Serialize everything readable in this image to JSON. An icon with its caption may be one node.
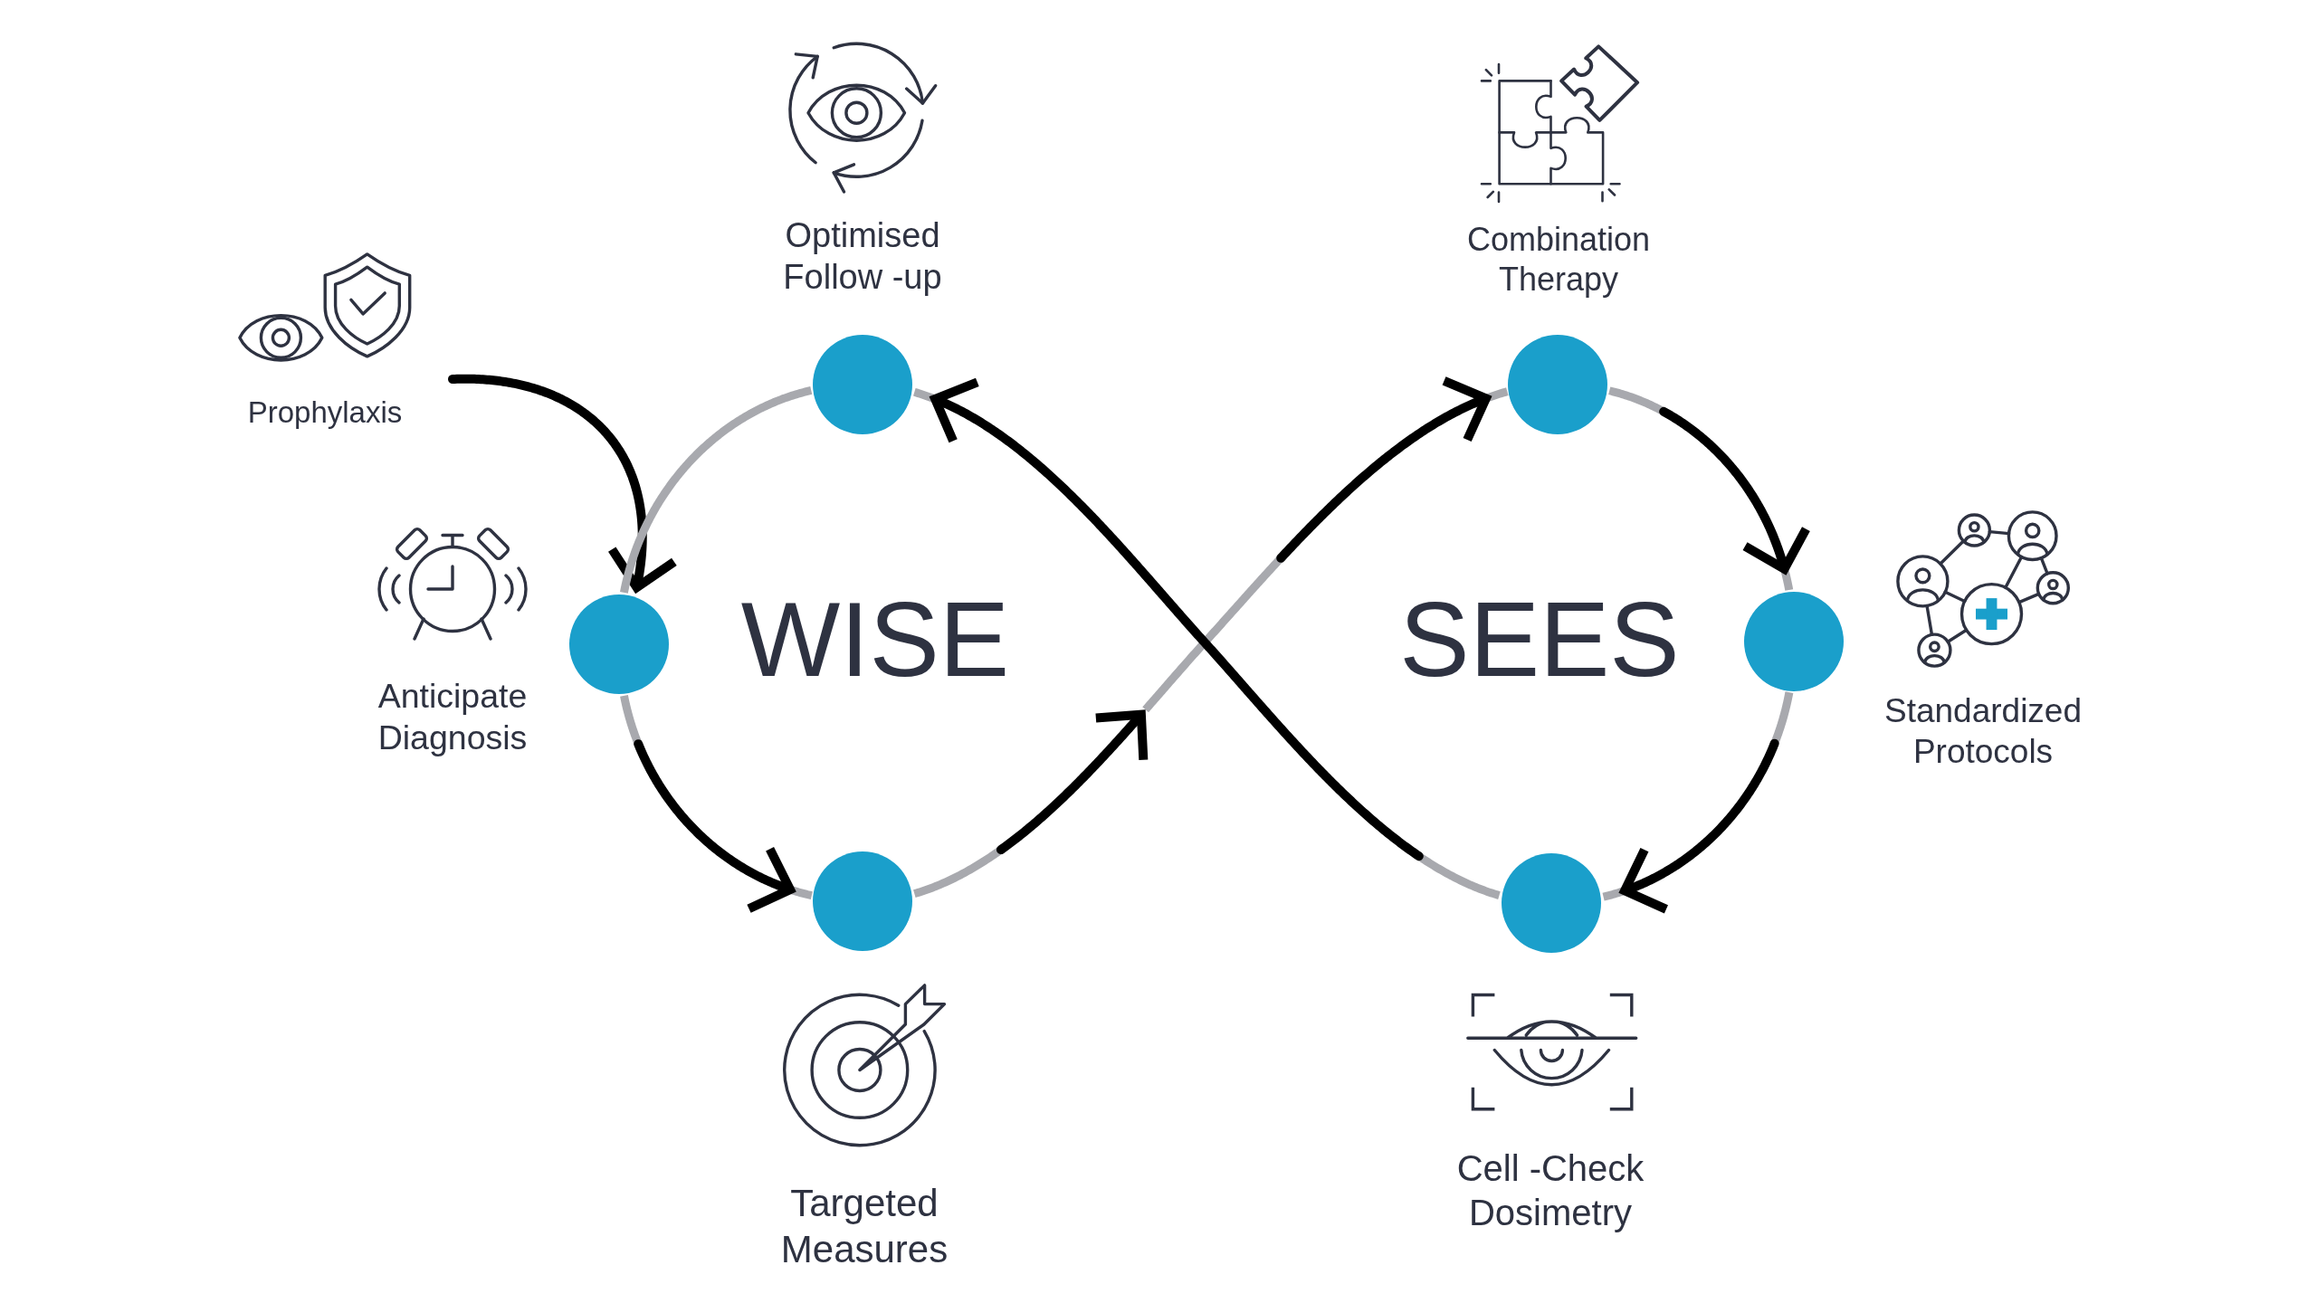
{
  "diagram": {
    "nodes": [
      {
        "text": [],
        "shape": "circle",
        "beside": [
          "Optimised Follow -up"
        ]
      },
      {
        "text": [],
        "shape": "circle",
        "beside": [
          "Combination Therapy"
        ]
      },
      {
        "text": [
          "Prophylaxis"
        ]
      },
      {
        "text": [],
        "shape": "circle",
        "beside": [
          "Anticipate Diagnosis"
        ]
      },
      {
        "text": [],
        "shape": "circle",
        "beside": [
          "Standardized Protocols"
        ]
      },
      {
        "text": [],
        "shape": "circle"
      },
      {
        "text": [],
        "shape": "circle"
      }
    ],
    "edges": [
      {
        "from": 2,
        "to": 3,
        "arrow": "to",
        "color": "#000000"
      },
      {
        "from": 3,
        "to": 5,
        "arrow": "to"
      },
      {
        "from": 5,
        "to": 1,
        "arrow": "to"
      },
      {
        "from": 1,
        "to": 4,
        "arrow": "to"
      },
      {
        "from": 4,
        "to": 6,
        "arrow": "to"
      },
      {
        "from": 6,
        "to": 0,
        "arrow": "to"
      },
      {
        "from": 0,
        "to": 3,
        "arrow": "none"
      }
    ],
    "labels": [
      "WISE",
      "SEES",
      "Targeted Measures",
      "Cell -Check Dosimetry"
    ]
  }
}
